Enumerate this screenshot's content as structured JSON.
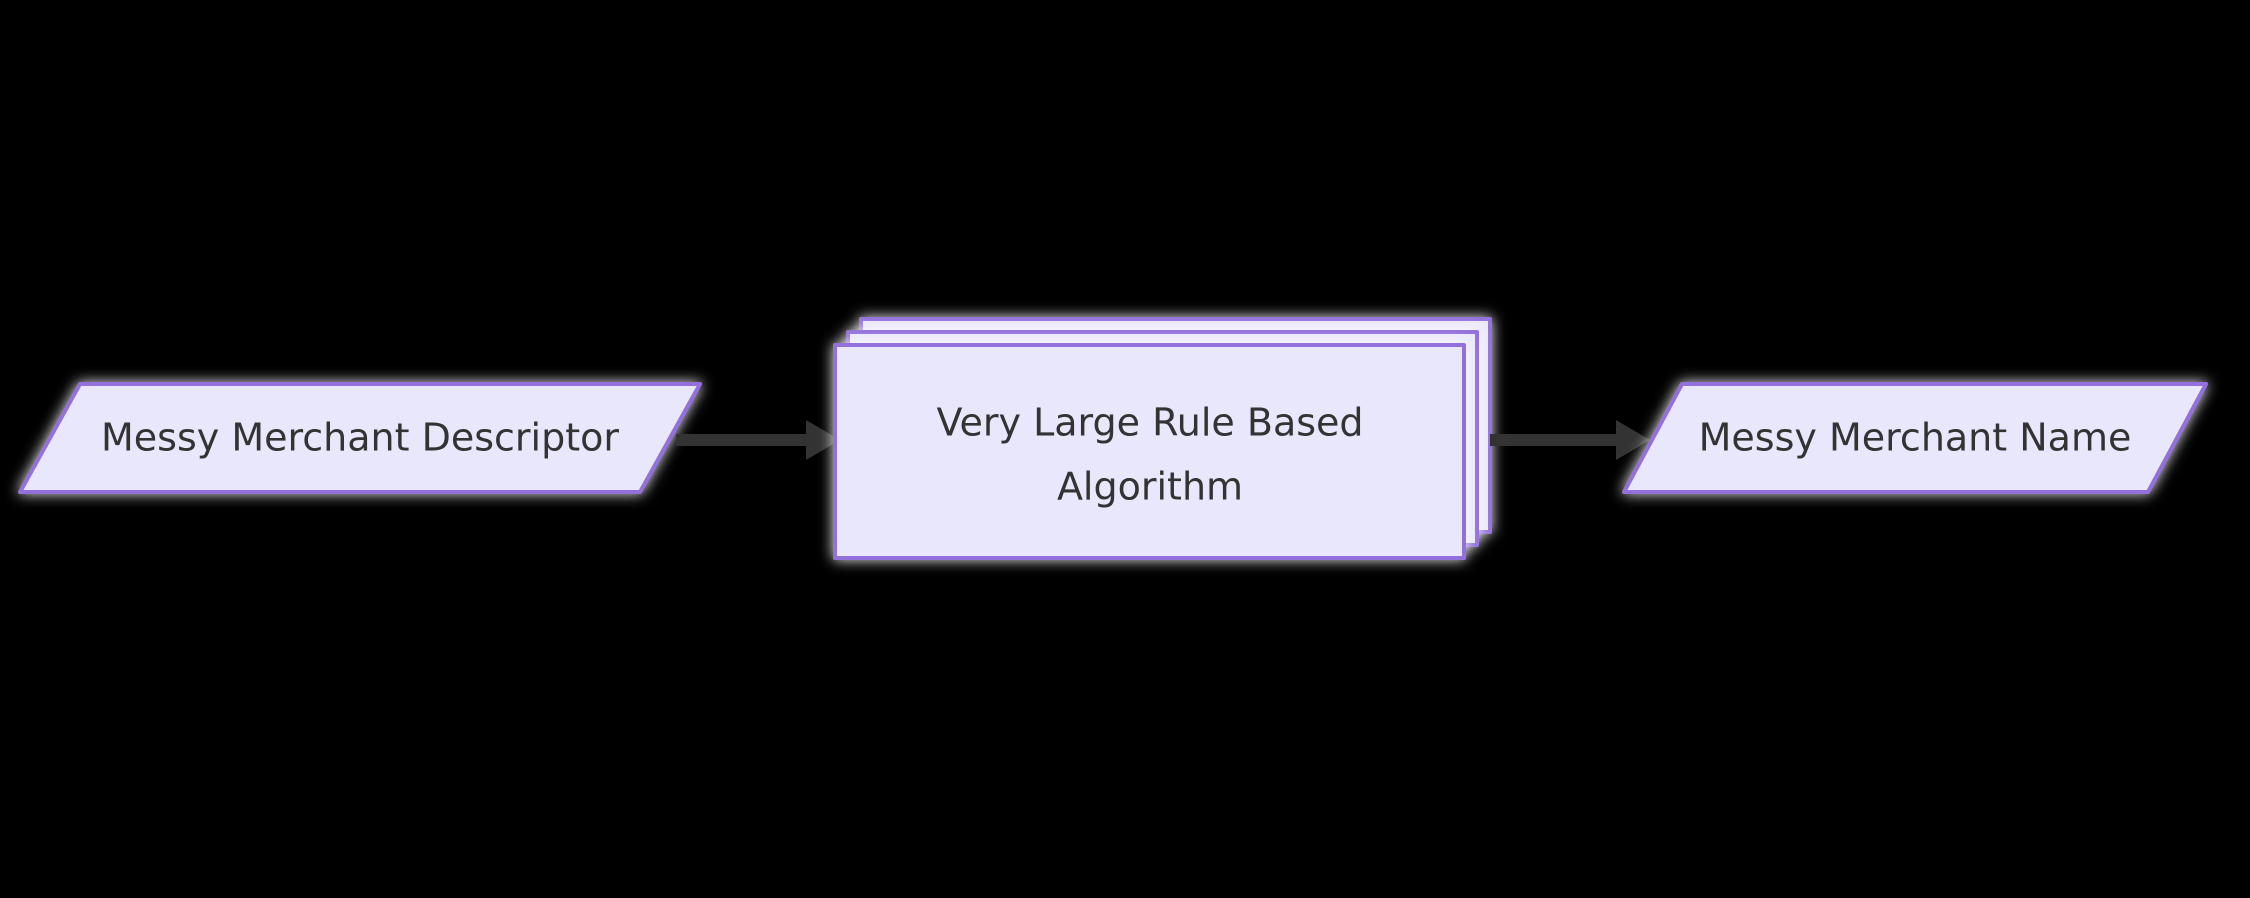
{
  "diagram": {
    "type": "flowchart",
    "direction": "left-to-right",
    "background_color": "#000000",
    "theme": {
      "node_fill": "#E9E7FB",
      "node_stroke": "#9370DB",
      "node_text_color": "#333333",
      "edge_color": "#333333",
      "shadow_color": "#FFFFFF"
    },
    "nodes": [
      {
        "id": "input",
        "shape": "parallelogram",
        "label": "Messy Merchant Descriptor",
        "lines": [
          "Messy Merchant Descriptor"
        ]
      },
      {
        "id": "process",
        "shape": "stacked-rectangle",
        "label": "Very Large Rule Based Algorithm",
        "lines": [
          "Very Large Rule Based",
          "Algorithm"
        ],
        "stack_count": 3
      },
      {
        "id": "output",
        "shape": "parallelogram",
        "label": "Messy Merchant Name",
        "lines": [
          "Messy Merchant Name"
        ]
      }
    ],
    "edges": [
      {
        "id": "edge-input-process",
        "from": "input",
        "to": "process",
        "label": "",
        "arrow": "arrow-head-right"
      },
      {
        "id": "edge-process-output",
        "from": "process",
        "to": "output",
        "label": "",
        "arrow": "arrow-head-right"
      }
    ]
  }
}
